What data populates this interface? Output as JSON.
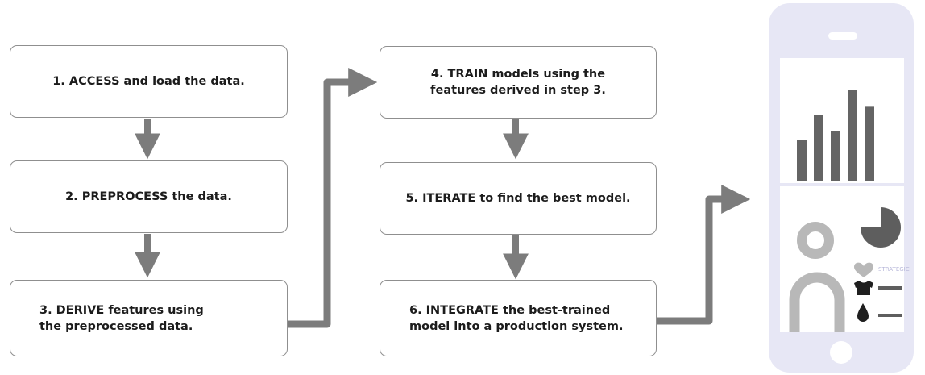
{
  "steps": [
    {
      "id": "step-1",
      "text": "1. ACCESS and load the data."
    },
    {
      "id": "step-2",
      "text": "2. PREPROCESS the data."
    },
    {
      "id": "step-3",
      "text": "3. DERIVE features using\nthe preprocessed data."
    },
    {
      "id": "step-4",
      "text": "4. TRAIN models using the\nfeatures derived in step 3."
    },
    {
      "id": "step-5",
      "text": "5. ITERATE to find the best model."
    },
    {
      "id": "step-6",
      "text": "6. INTEGRATE the best-trained\nmodel into a production system."
    }
  ],
  "colors": {
    "arrow": "#7c7c7c",
    "phone_frame": "#e7e7f5",
    "bar": "#646464",
    "ring": "#b8b8b8",
    "pie": "#5e5e5e"
  },
  "phone": {
    "bar_values": [
      5,
      8,
      6,
      11,
      9
    ],
    "legend_text": "STRATEGIC",
    "icons": [
      "heart-icon",
      "shirt-icon",
      "drop-icon"
    ]
  }
}
